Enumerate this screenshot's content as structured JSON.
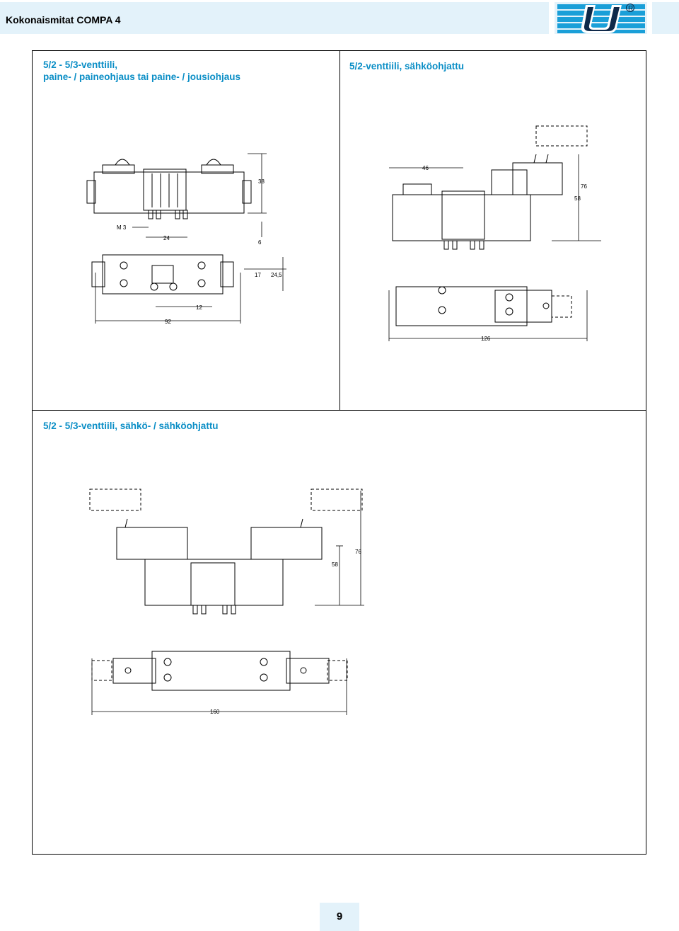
{
  "header": {
    "title": "Kokonaismitat COMPA 4",
    "logo_letter": "U",
    "registered_mark": "R"
  },
  "sections": {
    "top_left": {
      "title": "5/2 - 5/3-venttiili,\npaine- / paineohjaus tai paine- / jousiohjaus",
      "dims": {
        "d38": "38",
        "m3": "M 3",
        "d24": "24",
        "d6": "6",
        "d17": "17",
        "d245": "24,5",
        "d12": "12",
        "d92": "92"
      }
    },
    "top_right": {
      "title": "5/2-venttiili, sähköohjattu",
      "dims": {
        "d46": "46",
        "d76": "76",
        "d58": "58",
        "d126": "126"
      }
    },
    "bottom": {
      "title": "5/2 - 5/3-venttiili, sähkö- / sähköohjattu",
      "dims": {
        "d76": "76",
        "d58": "58",
        "d160": "160"
      }
    }
  },
  "colors": {
    "accent": "#0a8ec6",
    "header_bg": "#e3f2fa",
    "logo_blue": "#1a9fd8"
  },
  "page_number": "9"
}
